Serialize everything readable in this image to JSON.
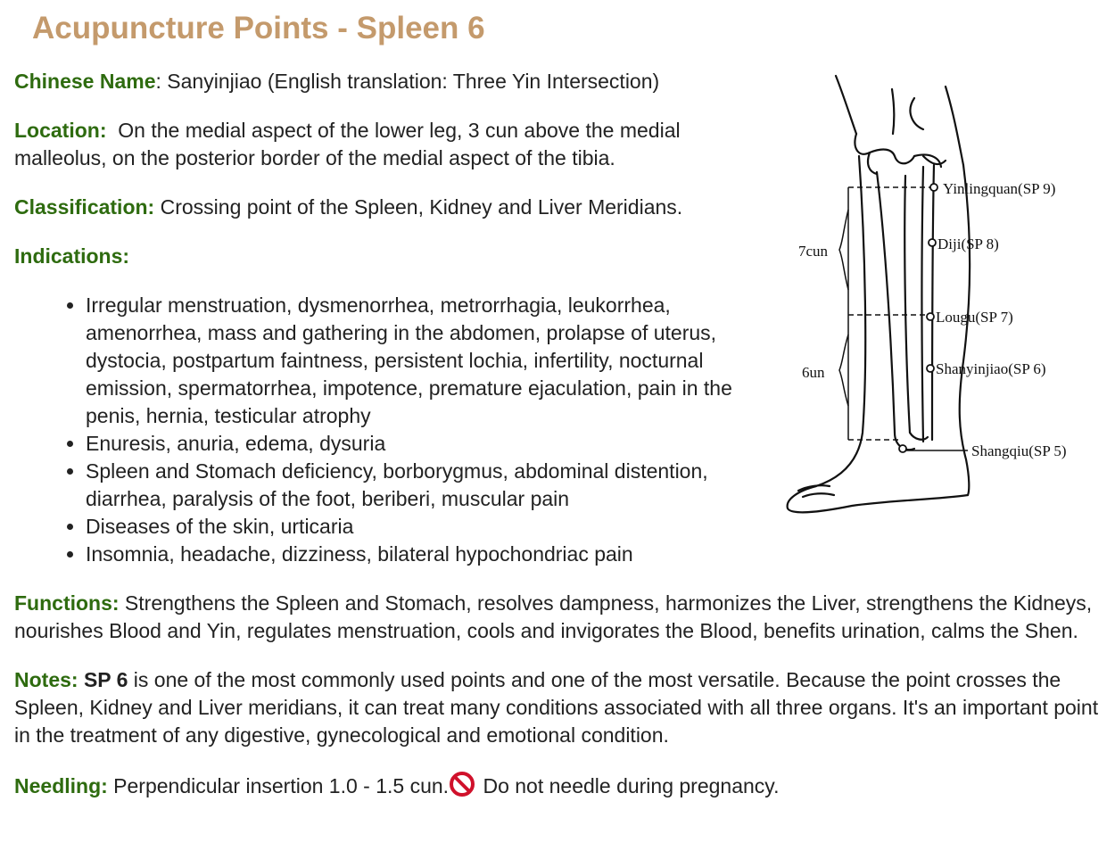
{
  "page": {
    "title": "Acupuncture Points - Spleen 6"
  },
  "chinese_name": {
    "label": "Chinese Name",
    "text": ": Sanyinjiao (English translation: Three Yin Intersection)"
  },
  "location": {
    "label": "Location:",
    "text": "  On the medial aspect of the lower leg, 3 cun above the medial malleolus, on the posterior border of the medial aspect of the tibia."
  },
  "classification": {
    "label": "Classification:",
    "text": " Crossing point of the Spleen, Kidney and Liver Meridians."
  },
  "indications": {
    "label": "Indications:",
    "items": [
      "Irregular menstruation, dysmenorrhea, metrorrhagia, leukorrhea, amenorrhea, mass and gathering in the abdomen, prolapse of uterus, dystocia, postpartum faintness, persistent lochia, infertility, nocturnal emission, spermatorrhea, impotence, premature ejaculation, pain in the penis, hernia, testicular atrophy",
      "Enuresis, anuria, edema, dysuria",
      "Spleen and Stomach deficiency, borborygmus, abdominal distention, diarrhea, paralysis of the foot, beriberi, muscular pain",
      "Diseases of the skin, urticaria",
      "Insomnia, headache, dizziness, bilateral hypochondriac pain"
    ]
  },
  "functions": {
    "label": "Functions:",
    "text": " Strengthens the Spleen and Stomach, resolves dampness, harmonizes the Liver, strengthens the Kidneys, nourishes Blood and Yin, regulates menstruation, cools and invigorates the Blood, benefits urination, calms the Shen."
  },
  "notes": {
    "label": "Notes:",
    "strong": "SP 6",
    "text": " is one of the most commonly used points and one of the most versatile. Because the point crosses the Spleen, Kidney and Liver meridians, it can treat many conditions associated with all three organs. It's an important point in the treatment of any digestive, gynecological and emotional condition."
  },
  "needling": {
    "label": "Needling:",
    "text": " Perpendicular insertion 1.0 - 1.5 cun.",
    "icon": "no-entry-icon",
    "warning": " Do not needle during pregnancy."
  },
  "figure": {
    "points": [
      "Yinlingquan(SP 9)",
      "Diji(SP 8)",
      "Lougu(SP 7)",
      "Shanyinjiao(SP 6)",
      "Shangqiu(SP 5)"
    ],
    "measures": [
      "7cun",
      "6un"
    ]
  },
  "colors": {
    "title": "#c49a6c",
    "label": "#2e6b0f",
    "text": "#222222",
    "icon": "#d0112b"
  }
}
